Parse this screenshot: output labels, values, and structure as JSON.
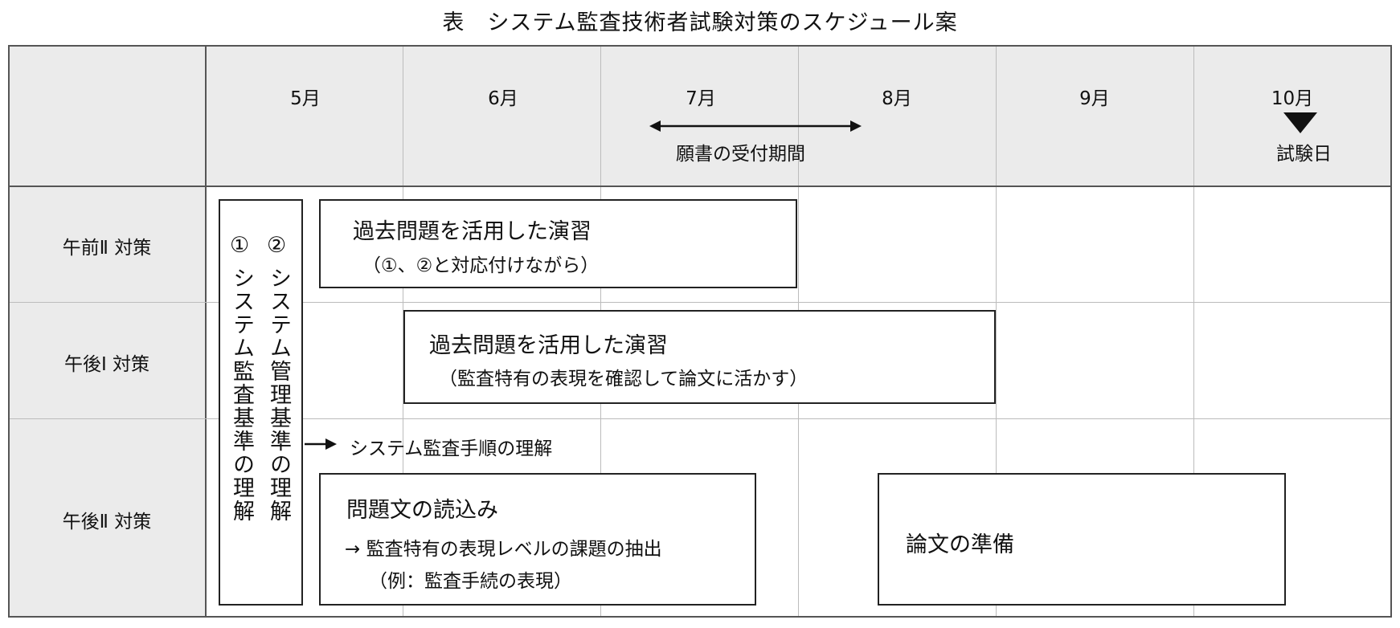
{
  "title": "表　システム監査技術者試験対策のスケジュール案",
  "months": [
    "5月",
    "6月",
    "7月",
    "8月",
    "9月",
    "10月"
  ],
  "application_period": "願書の受付期間",
  "exam_day": "試験日",
  "rows": [
    "午前Ⅱ 対策",
    "午後Ⅰ 対策",
    "午後Ⅱ 対策"
  ],
  "standards": {
    "audit": {
      "number": "①",
      "text": "システム監査基準の理解"
    },
    "management": {
      "number": "②",
      "text": "システム管理基準の理解"
    }
  },
  "am2_task": {
    "title": "過去問題を活用した演習",
    "note": "（①、②と対応付けながら）"
  },
  "pm1_task": {
    "title": "過去問題を活用した演習",
    "note": "（監査特有の表現を確認して論文に活かす）"
  },
  "pm2_procedure": "システム監査手順の理解",
  "pm2_reading": {
    "title": "問題文の読込み",
    "line1": "→ 監査特有の表現レベルの課題の抽出",
    "line2": "（例：監査手続の表現）"
  },
  "pm2_essay": "論文の準備"
}
